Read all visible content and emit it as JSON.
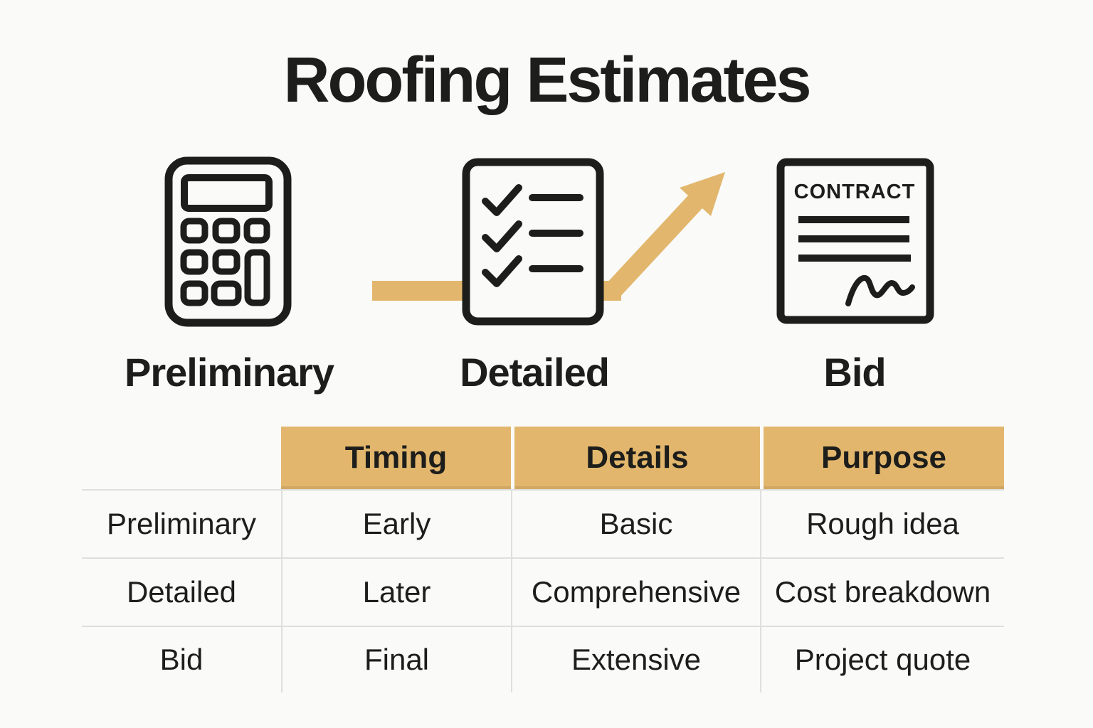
{
  "page": {
    "title": "Roofing Estimates",
    "colors": {
      "background": "#FAFAF9",
      "accent": "#E2B76D",
      "ink": "#1D1D1B",
      "line": "#DFDFDC"
    }
  },
  "stages": [
    {
      "label": "Preliminary",
      "icon": "calculator-icon"
    },
    {
      "label": "Detailed",
      "icon": "checklist-icon"
    },
    {
      "label": "Bid",
      "icon": "contract-icon"
    }
  ],
  "contract_icon_text": "CONTRACT",
  "table": {
    "columns": [
      "Timing",
      "Details",
      "Purpose"
    ],
    "rows": [
      {
        "label": "Preliminary",
        "timing": "Early",
        "details": "Basic",
        "purpose": "Rough idea"
      },
      {
        "label": "Detailed",
        "timing": "Later",
        "details": "Comprehensive",
        "purpose": "Cost breakdown"
      },
      {
        "label": "Bid",
        "timing": "Final",
        "details": "Extensive",
        "purpose": "Project quote"
      }
    ]
  }
}
